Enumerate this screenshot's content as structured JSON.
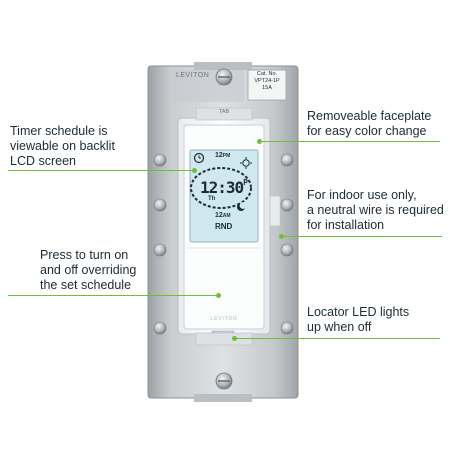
{
  "colors": {
    "accent": "#6fbf3a",
    "text": "#1d2b35",
    "lcd": "#cfe8ef"
  },
  "callouts": {
    "timer_schedule": [
      "Timer schedule is",
      "viewable on backlit",
      "LCD screen"
    ],
    "faceplate": [
      "Removeable faceplate",
      "for easy color change"
    ],
    "indoor": [
      "For indoor use only,",
      "a neutral wire is required",
      "for installation"
    ],
    "press": [
      "Press to turn on",
      "and off overriding",
      "the set schedule"
    ],
    "locator": [
      "Locator LED lights",
      "up when off"
    ]
  },
  "device": {
    "label_lines": [
      "Cat. No.",
      "VPT24-1P",
      "15A"
    ],
    "brand_top": "LEVITON",
    "tab_mark": "TAB",
    "button_brand": "LEVITON",
    "lcd": {
      "time": "12:30",
      "meridiem": "P",
      "top_marker": "12",
      "top_marker_suffix": "PM",
      "day": "Th",
      "bottom_marker": "12",
      "bottom_marker_suffix": "AM",
      "mode": "RND"
    },
    "icons": [
      "clock-icon",
      "sun-icon",
      "moon-icon",
      "screw-icon",
      "led-icon"
    ]
  }
}
